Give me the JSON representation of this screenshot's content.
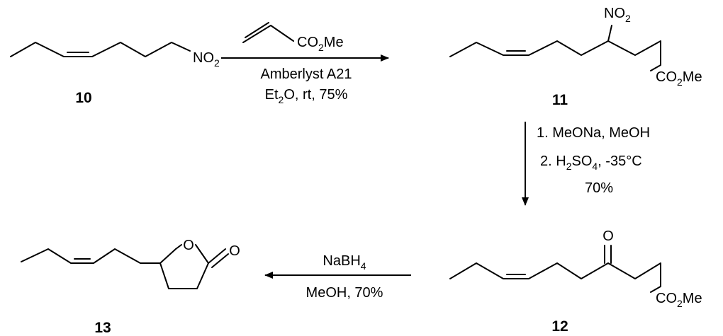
{
  "compounds": {
    "c10": {
      "id": "10",
      "nitro": "NO",
      "nitro_sub": "2"
    },
    "c11": {
      "id": "11",
      "nitro": "NO",
      "nitro_sub": "2",
      "ester": "CO",
      "ester_sub": "2",
      "ester_tail": "Me"
    },
    "c12": {
      "id": "12",
      "oxo": "O",
      "ester": "CO",
      "ester_sub": "2",
      "ester_tail": "Me"
    },
    "c13": {
      "id": "13",
      "ring_o": "O",
      "carbonyl_o": "O"
    }
  },
  "reactions": {
    "r1": {
      "reagent_a": "CO",
      "reagent_a_sub": "2",
      "reagent_a_tail": "Me",
      "line2": "Amberlyst A21",
      "line3_a": "Et",
      "line3_sub": "2",
      "line3_b": "O, rt, 75%"
    },
    "r2": {
      "line1": "1. MeONa, MeOH",
      "line2_a": "2. H",
      "line2_sub1": "2",
      "line2_b": "SO",
      "line2_sub2": "4",
      "line2_c": ", -35°C",
      "line3": "70%"
    },
    "r3": {
      "line1_a": "NaBH",
      "line1_sub": "4",
      "line2": "MeOH, 70%"
    }
  },
  "colors": {
    "ink": "#000000",
    "background": "#ffffff"
  }
}
